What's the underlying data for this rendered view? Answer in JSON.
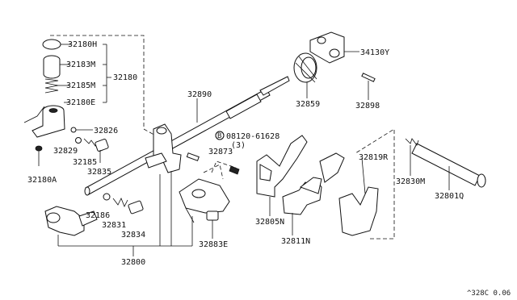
{
  "callouts": {
    "p32180H": "32180H",
    "p32183M": "32183M",
    "p32185M": "32185M",
    "p32180E": "32180E",
    "p32180": "32180",
    "p32826": "32826",
    "p32829": "32829",
    "p32185": "32185",
    "p32835": "32835",
    "p32180A": "32180A",
    "p32890": "32890",
    "p32859": "32859",
    "p34130Y": "34130Y",
    "p32898": "32898",
    "bolt_circle": "B",
    "p08120": "08120-61628",
    "bolt_qty": "(3)",
    "p32873": "32873",
    "p32819R": "32819R",
    "p32830M": "32830M",
    "p32801Q": "32801Q",
    "p32186": "32186",
    "p32831": "32831",
    "p32834": "32834",
    "p32883E": "32883E",
    "p32805N": "32805N",
    "p32811N": "32811N",
    "p32800": "32800"
  },
  "diagram_ref": "^328C 0.06"
}
